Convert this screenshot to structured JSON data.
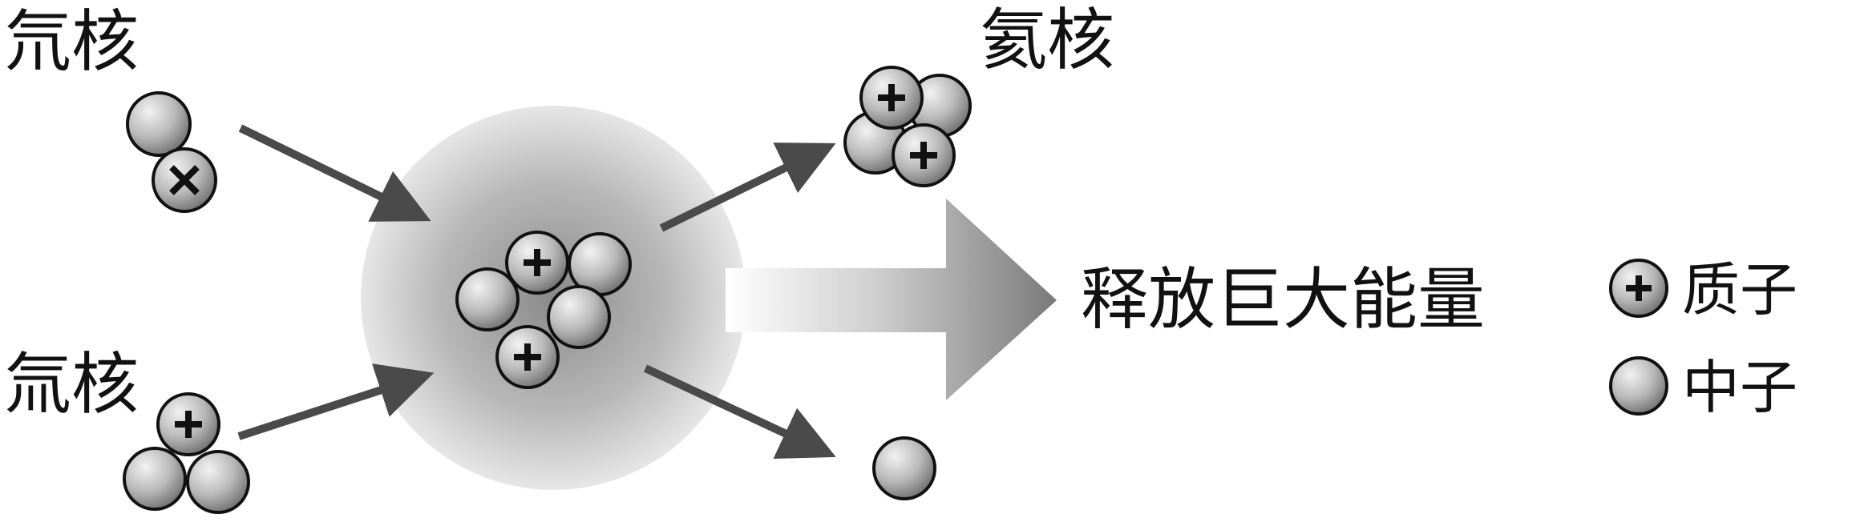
{
  "reactant1": "氘核",
  "reactant2": "氚核",
  "product": "氦核",
  "energy": "释放巨大能量",
  "legend": [
    {
      "symbol": "+",
      "label": "质子"
    },
    {
      "symbol": "",
      "label": "中子"
    }
  ],
  "colors": {
    "arrow": "#4a4a4a",
    "cloud": "#9a9a9a",
    "particle_light": "#e6e6e6",
    "particle_dark": "#7b7b7b"
  }
}
